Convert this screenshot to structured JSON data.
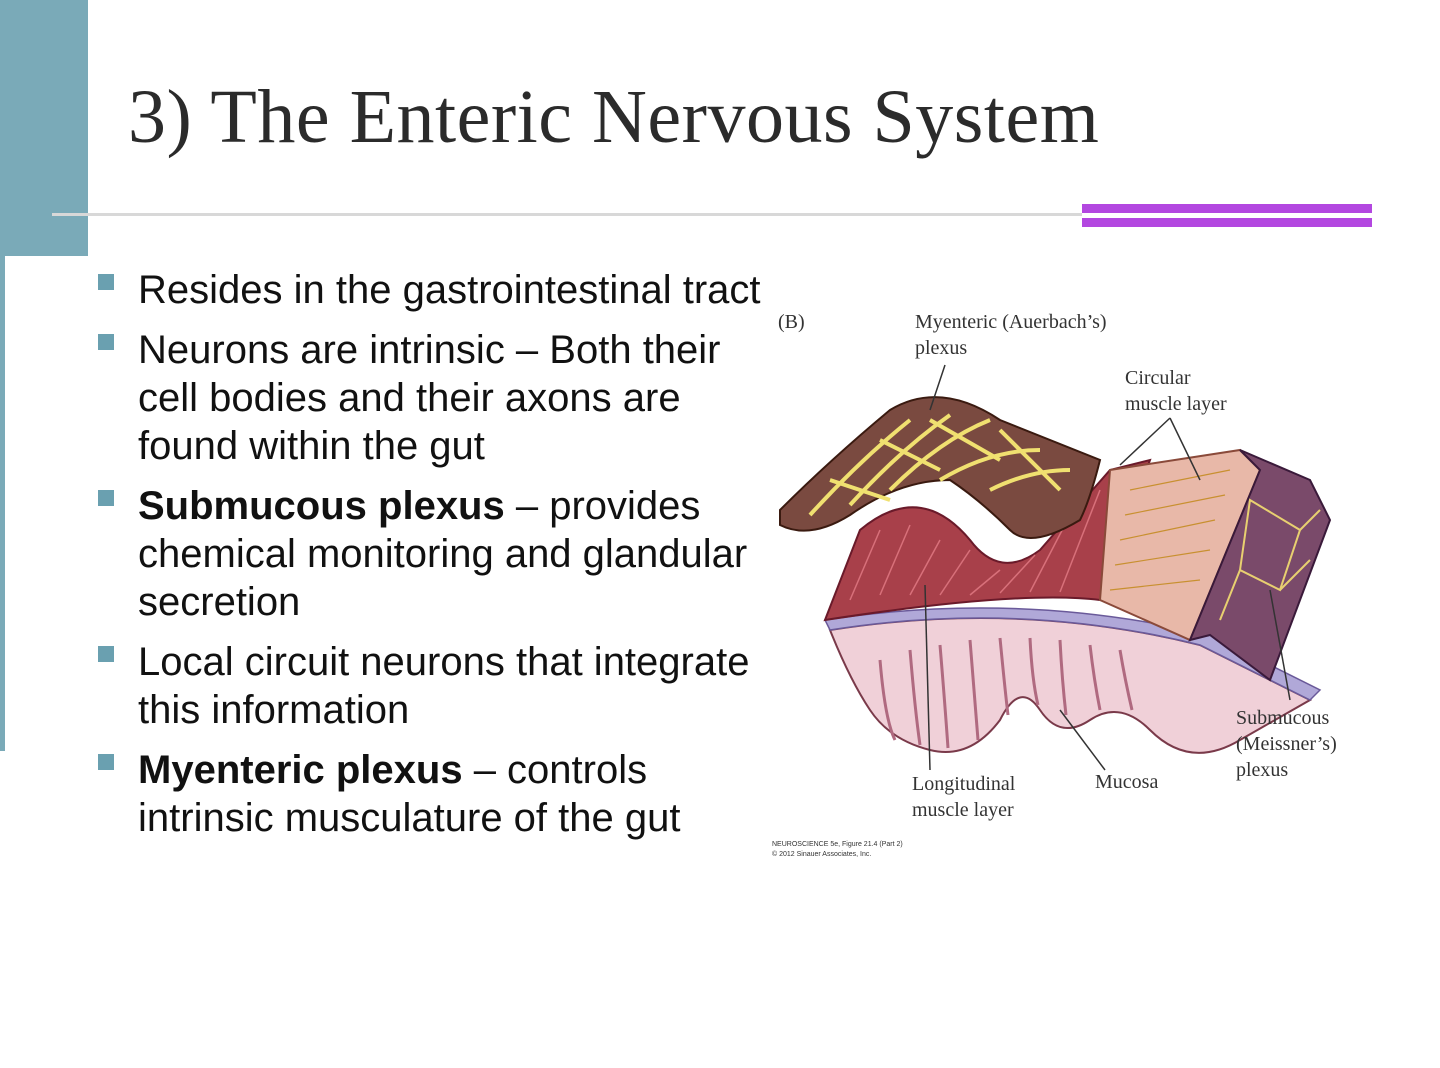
{
  "slide": {
    "title": "3) The Enteric Nervous System",
    "accent_color": "#7aaab8",
    "highlight_color": "#b347e0"
  },
  "bullets": [
    {
      "bold": "",
      "text": "Resides in the gastrointestinal tract"
    },
    {
      "bold": "",
      "text": "Neurons are intrinsic – Both their cell bodies and their axons are found within the gut"
    },
    {
      "bold": "Submucous plexus",
      "text": " – provides chemical monitoring and glandular secretion"
    },
    {
      "bold": "",
      "text": "Local circuit neurons that integrate this information"
    },
    {
      "bold": "Myenteric plexus",
      "text": " – controls intrinsic musculature of the gut"
    }
  ],
  "figure": {
    "panel_label": "(B)",
    "labels": {
      "myenteric_1": "Myenteric (Auerbach’s)",
      "myenteric_2": "plexus",
      "circular_1": "Circular",
      "circular_2": "muscle layer",
      "submucous_1": "Submucous",
      "submucous_2": "(Meissner’s)",
      "submucous_3": "plexus",
      "longitudinal_1": "Longitudinal",
      "longitudinal_2": "muscle layer",
      "mucosa": "Mucosa"
    },
    "credit_1": "NEUROSCIENCE 5e, Figure 21.4 (Part 2)",
    "credit_2": "© 2012 Sinauer Associates, Inc."
  }
}
